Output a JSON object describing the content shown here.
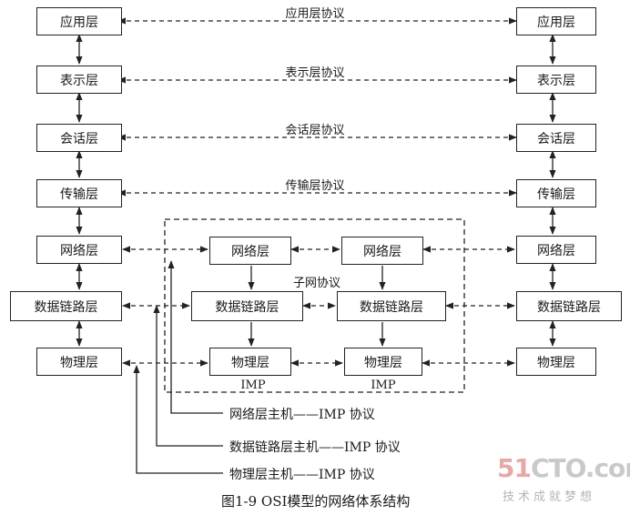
{
  "left_stack": [
    "应用层",
    "表示层",
    "会话层",
    "传输层",
    "网络层",
    "数据链路层",
    "物理层"
  ],
  "right_stack": [
    "应用层",
    "表示层",
    "会话层",
    "传输层",
    "网络层",
    "数据链路层",
    "物理层"
  ],
  "subnet": {
    "imp1": [
      "网络层",
      "数据链路层",
      "物理层"
    ],
    "imp2": [
      "网络层",
      "数据链路层",
      "物理层"
    ],
    "imp_label_1": "IMP",
    "imp_label_2": "IMP",
    "subnet_protocol": "子网协议"
  },
  "protocols": {
    "application": "应用层协议",
    "presentation": "表示层协议",
    "session": "会话层协议",
    "transport": "传输层协议"
  },
  "legend": {
    "network_host_imp": "网络层主机——IMP 协议",
    "datalink_host_imp": "数据链路层主机——IMP 协议",
    "physical_host_imp": "物理层主机——IMP 协议"
  },
  "caption": "图1-9   OSI模型的网络体系结构",
  "watermark": {
    "logo_red": "51",
    "logo_rest": "CTO.com",
    "tagline": "技术成就梦想"
  },
  "colors": {
    "line": "#222222",
    "watermark_gray": "#c9c9c9",
    "watermark_red": "#e8a8a8"
  }
}
